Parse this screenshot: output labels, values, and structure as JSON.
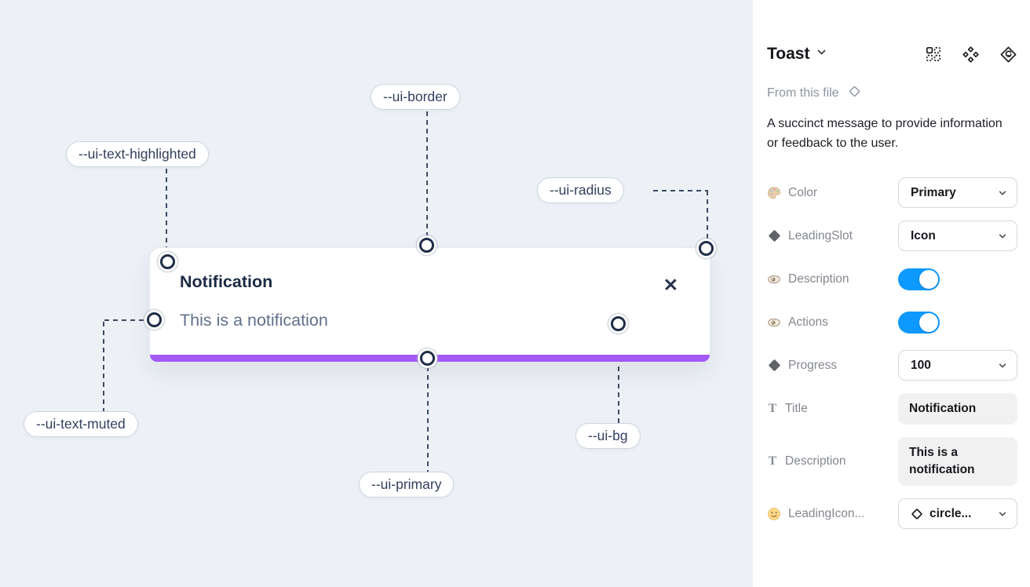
{
  "canvas": {
    "toast": {
      "title": "Notification",
      "description": "This is a notification",
      "close_glyph": "✕"
    },
    "variable_labels": {
      "border": "--ui-border",
      "text_highlighted": "--ui-text-highlighted",
      "radius": "--ui-radius",
      "text_muted": "--ui-text-muted",
      "primary": "--ui-primary",
      "bg": "--ui-bg"
    },
    "colors": {
      "canvas_background": "#edf1f6",
      "toast_progress_bar": "#a259f7",
      "connector": "#3c4a63"
    }
  },
  "panel": {
    "title": "Toast",
    "source_label": "From this file",
    "description": "A succinct message to provide information or feedback to the user.",
    "accent_color": "#0d99ff",
    "glyphs": {
      "text_type": "T"
    },
    "properties": [
      {
        "icon": "palette-icon",
        "label": "Color",
        "control": "select",
        "value": "Primary"
      },
      {
        "icon": "diamond-icon",
        "label": "LeadingSlot",
        "control": "select",
        "value": "Icon"
      },
      {
        "icon": "eye-icon",
        "label": "Description",
        "control": "toggle",
        "value": "on"
      },
      {
        "icon": "eye-icon",
        "label": "Actions",
        "control": "toggle",
        "value": "on"
      },
      {
        "icon": "diamond-icon",
        "label": "Progress",
        "control": "select",
        "value": "100"
      },
      {
        "icon": "text-icon",
        "label": "Title",
        "control": "field",
        "value": "Notification"
      },
      {
        "icon": "text-icon",
        "label": "Description",
        "control": "field",
        "value": "This is a notification"
      },
      {
        "icon": "smiley-icon",
        "label": "LeadingIcon...",
        "control": "select",
        "value": "circle..."
      }
    ]
  }
}
